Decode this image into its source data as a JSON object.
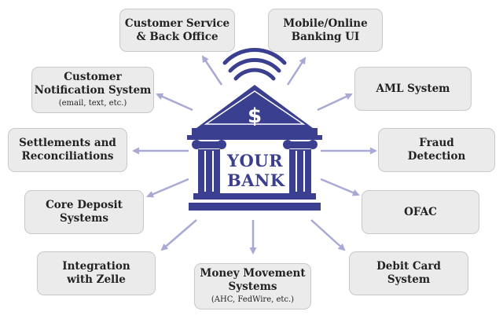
{
  "center": {
    "line1": "YOUR",
    "line2": "BANK",
    "symbol": "$"
  },
  "colors": {
    "bank": "#3a3f8f",
    "arrow": "#a9a9d6",
    "box_bg": "#ebebeb",
    "box_border": "#c9c9c9"
  },
  "boxes": {
    "customer_service": {
      "line1": "Customer Service",
      "line2": "& Back Office"
    },
    "mobile_online": {
      "line1": "Mobile/Online",
      "line2": "Banking UI"
    },
    "customer_notification": {
      "line1": "Customer",
      "line2": "Notification System",
      "sub": "(email, text, etc.)"
    },
    "aml": {
      "line1": "AML System"
    },
    "settlements": {
      "line1": "Settlements and",
      "line2": "Reconciliations"
    },
    "fraud": {
      "line1": "Fraud",
      "line2": "Detection"
    },
    "core_deposit": {
      "line1": "Core Deposit",
      "line2": "Systems"
    },
    "ofac": {
      "line1": "OFAC"
    },
    "zelle": {
      "line1": "Integration",
      "line2": "with Zelle"
    },
    "money_movement": {
      "line1": "Money Movement",
      "line2": "Systems",
      "sub": "(AHC, FedWire, etc.)"
    },
    "debit_card": {
      "line1": "Debit Card",
      "line2": "System"
    }
  }
}
